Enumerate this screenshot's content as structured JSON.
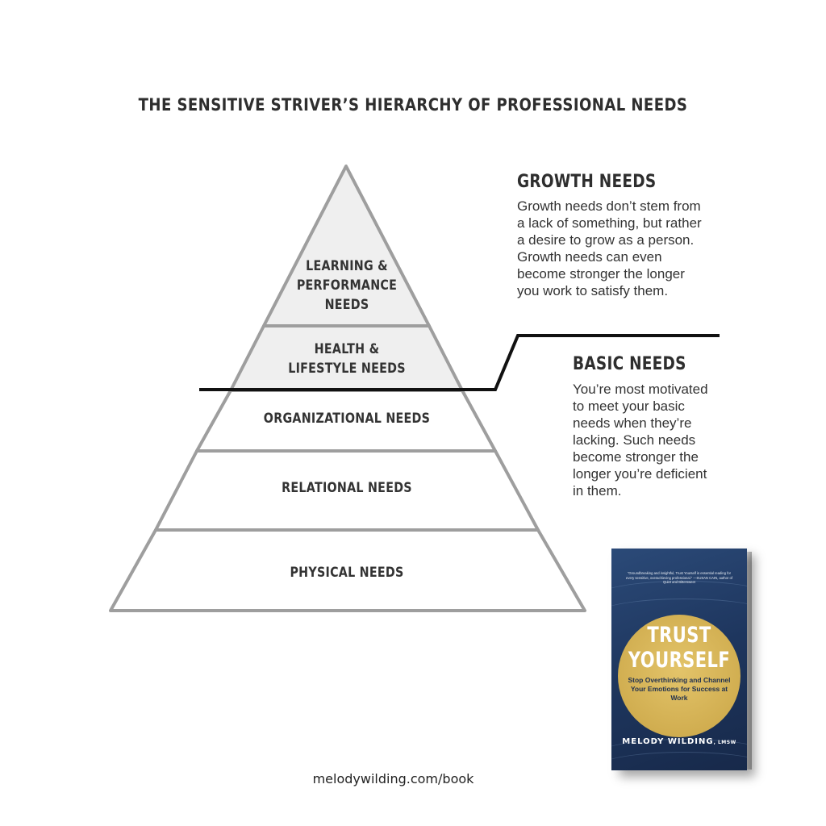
{
  "title": "THE SENSITIVE STRIVER’S HIERARCHY OF PROFESSIONAL NEEDS",
  "pyramid": {
    "tiers": [
      {
        "label": "LEARNING & PERFORMANCE NEEDS",
        "group": "growth"
      },
      {
        "label": "HEALTH & LIFESTYLE NEEDS",
        "group": "growth"
      },
      {
        "label": "ORGANIZATIONAL NEEDS",
        "group": "basic"
      },
      {
        "label": "RELATIONAL NEEDS",
        "group": "basic"
      },
      {
        "label": "PHYSICAL NEEDS",
        "group": "basic"
      }
    ],
    "colors": {
      "growth_fill": "#efefef",
      "basic_fill": "#ffffff",
      "outline": "#9e9e9e",
      "divider": "#111111"
    }
  },
  "growth": {
    "heading": "GROWTH NEEDS",
    "lines": [
      "Growth needs don’t stem from",
      "a lack of something, but rather",
      "a desire to grow as a person.",
      "Growth needs can even",
      "become stronger the longer",
      "you work to satisfy them."
    ]
  },
  "basic": {
    "heading": "BASIC NEEDS",
    "lines": [
      "You’re most motivated",
      "to meet your basic",
      "needs when they’re",
      "lacking. Such needs",
      "become stronger the",
      "longer you’re deficient",
      "in them."
    ]
  },
  "footer": {
    "url": "melodywilding.com/book"
  },
  "book": {
    "blurb": "“Groundbreaking and insightful, Trust Yourself is essential reading for every sensitive, overachieving professional.” —SUSAN CAIN, author of Quiet and Bittersweet",
    "title_line1": "TRUST",
    "title_line2": "YOURSELF",
    "subtitle": "Stop Overthinking and Channel Your Emotions for Success at Work",
    "author": "MELODY WILDING",
    "credential": ", LMSW",
    "colors": {
      "cover": "#1e365e",
      "circle": "#d6b458"
    }
  }
}
